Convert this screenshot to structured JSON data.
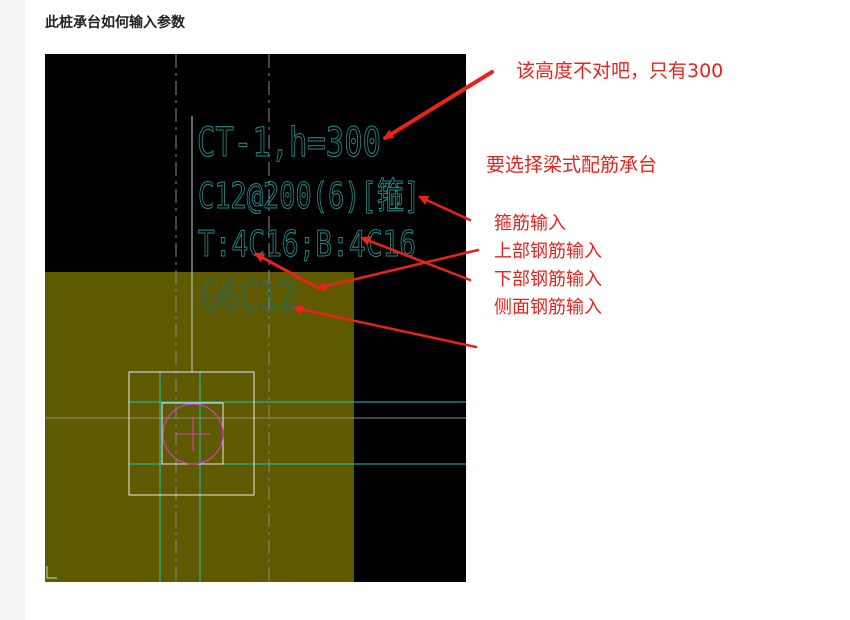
{
  "question": {
    "title": "此桩承台如何输入参数"
  },
  "cad": {
    "line1": "CT-1,h=300",
    "line2": "C12@200(6)[箍]",
    "line3": "T:4C16;B:4C16",
    "line4": "G6C12",
    "colors": {
      "background": "#000000",
      "slab_fill": "#5f5a00",
      "text": "#1e8a85",
      "axis": "#8a8a8a",
      "beam_line": "#18c4c0",
      "pile_cap": "#e8e8e8",
      "pile_circle": "#d040c0"
    }
  },
  "annotations": {
    "height_note": "该高度不对吧，只有300",
    "beam_note": "要选择梁式配筋承台",
    "labels": [
      "箍筋输入",
      "上部钢筋输入",
      "下部钢筋输入",
      "侧面钢筋输入"
    ],
    "color": "#e8231c"
  }
}
